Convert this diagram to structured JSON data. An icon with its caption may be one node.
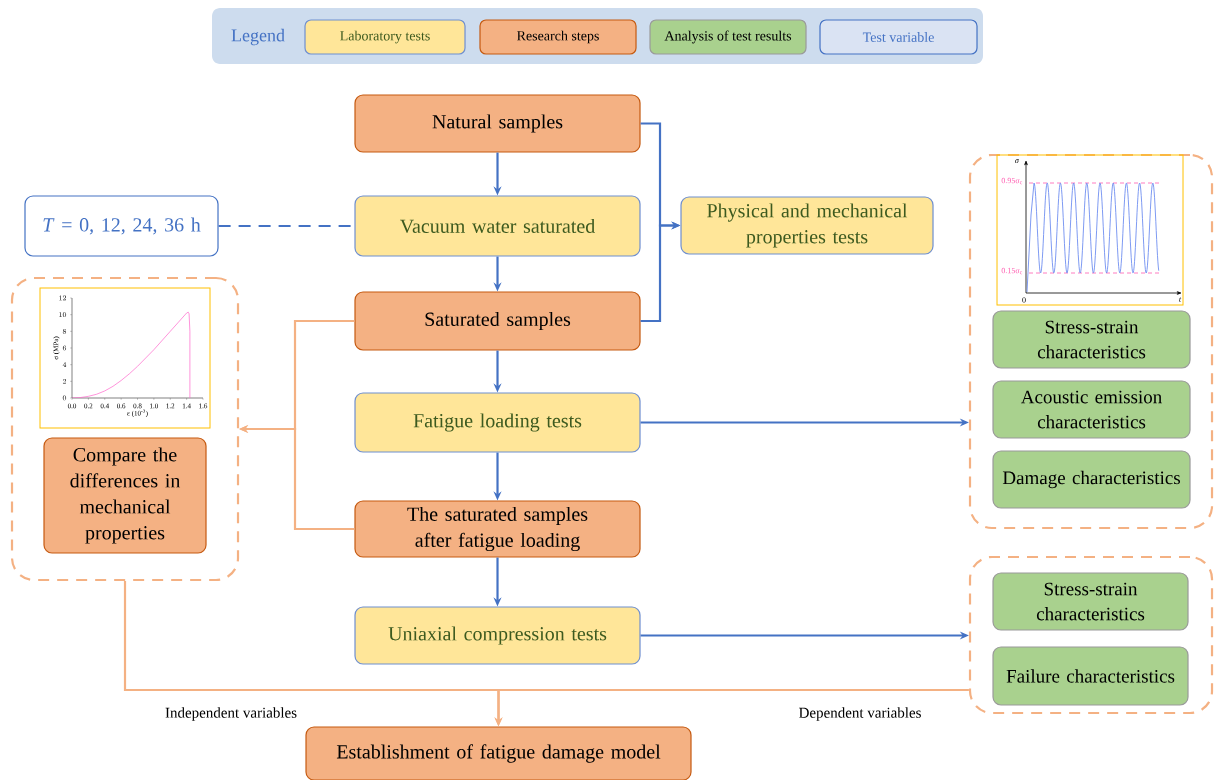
{
  "diagram": {
    "nodes": [
      {
        "text": [
          "Natural samples"
        ]
      },
      {
        "text": [
          "*T* = 0, 12, 24, 36 h"
        ]
      },
      {
        "text": [
          "Vacuum water saturated"
        ]
      },
      {
        "text": [
          "Physical and mechanical properties tests"
        ]
      },
      {
        "text": [
          "Saturated samples"
        ]
      },
      {
        "text": [],
        "shape": "box"
      },
      {
        "text": [
          "Compare the differences in mechanical properties"
        ],
        "in": 5
      },
      {
        "text": [
          "Fatigue loading tests"
        ]
      },
      {
        "text": [
          "The saturated samples after fatigue loading"
        ]
      },
      {
        "text": [],
        "shape": "box"
      },
      {
        "text": [
          "Stress-strain characteristics"
        ],
        "in": 9
      },
      {
        "text": [
          "Acoustic emission characteristics"
        ],
        "in": 9
      },
      {
        "text": [
          "Damage characteristics"
        ],
        "in": 9
      },
      {
        "text": [
          "Uniaxial compression tests"
        ]
      },
      {
        "text": [],
        "shape": "box"
      },
      {
        "text": [
          "Stress-strain characteristics"
        ],
        "in": 14
      },
      {
        "text": [
          "Failure characteristics"
        ],
        "in": 14
      },
      {
        "text": [
          "Establishment of fatigue damage model"
        ]
      }
    ],
    "edges": [
      {
        "from": 0,
        "to": 2,
        "arrow": "to"
      },
      {
        "from": 1,
        "to": 2,
        "arrow": "none",
        "style": "dashed"
      },
      {
        "from": 2,
        "to": 4,
        "arrow": "to"
      },
      {
        "from": 0,
        "to": 3,
        "arrow": "to"
      },
      {
        "from": 4,
        "to": 3,
        "arrow": "to"
      },
      {
        "from": 4,
        "to": 7,
        "arrow": "to"
      },
      {
        "from": 7,
        "to": 8,
        "arrow": "to"
      },
      {
        "from": 8,
        "to": 13,
        "arrow": "to"
      },
      {
        "from": 7,
        "to": 9,
        "arrow": "to"
      },
      {
        "from": 13,
        "to": 14,
        "arrow": "to"
      },
      {
        "from": 4,
        "to": 5,
        "arrow": "to",
        "color": "#f4b183"
      },
      {
        "from": 8,
        "to": 5,
        "arrow": "to",
        "color": "#f4b183"
      },
      {
        "from": 5,
        "to": 17,
        "arrow": "to",
        "color": "#f4b183"
      },
      {
        "from": 14,
        "to": 17,
        "arrow": "to",
        "color": "#f4b183"
      }
    ],
    "labels": [
      "Legend",
      "σ",
      "0.95σ$_{c}$",
      "0.15σ$_{c}$",
      "0",
      "t",
      "Independent variables",
      "Dependent variables"
    ],
    "legend": [
      {
        "text": "Laboratory tests",
        "color": "#ffe699"
      },
      {
        "text": "Research steps",
        "color": "#f4b183"
      },
      {
        "text": "Analysis of test results",
        "color": "#a9d18e"
      },
      {
        "text": "Test variable",
        "color": "#dae3f3"
      }
    ],
    "chart_data": {
      "type": "line",
      "xlabel": "ε (10$^{-3}$)",
      "ylabel": "σ (MPa)",
      "x": [
        0,
        0.1,
        0.2,
        0.3,
        0.4,
        0.5,
        0.6,
        0.7,
        0.8,
        0.9,
        1.0,
        1.1,
        1.2,
        1.3,
        1.4,
        1.42,
        1.43,
        1.44,
        1.44
      ],
      "series": [
        {
          "color": "#ff66cc",
          "values": [
            0,
            0.05,
            0.2,
            0.45,
            0.85,
            1.4,
            2.1,
            2.9,
            3.8,
            4.8,
            5.8,
            6.9,
            8.0,
            9.1,
            10.2,
            10.3,
            10.1,
            8.0,
            0
          ]
        }
      ],
      "xlim": [
        0,
        1.6
      ],
      "ylim": [
        0,
        12
      ],
      "xticks": [
        {
          "value": 0,
          "label": "0.0"
        },
        {
          "value": 0.2,
          "label": "0.2"
        },
        {
          "value": 0.4,
          "label": "0.4"
        },
        {
          "value": 0.6,
          "label": "0.6"
        },
        {
          "value": 0.8,
          "label": "0.8"
        },
        {
          "value": 1.0,
          "label": "1.0"
        },
        {
          "value": 1.2,
          "label": "1.2"
        },
        {
          "value": 1.4,
          "label": "1.4"
        },
        {
          "value": 1.6,
          "label": "1.6"
        }
      ],
      "yticks": [
        0,
        2,
        4,
        6,
        8,
        10,
        12
      ]
    }
  }
}
